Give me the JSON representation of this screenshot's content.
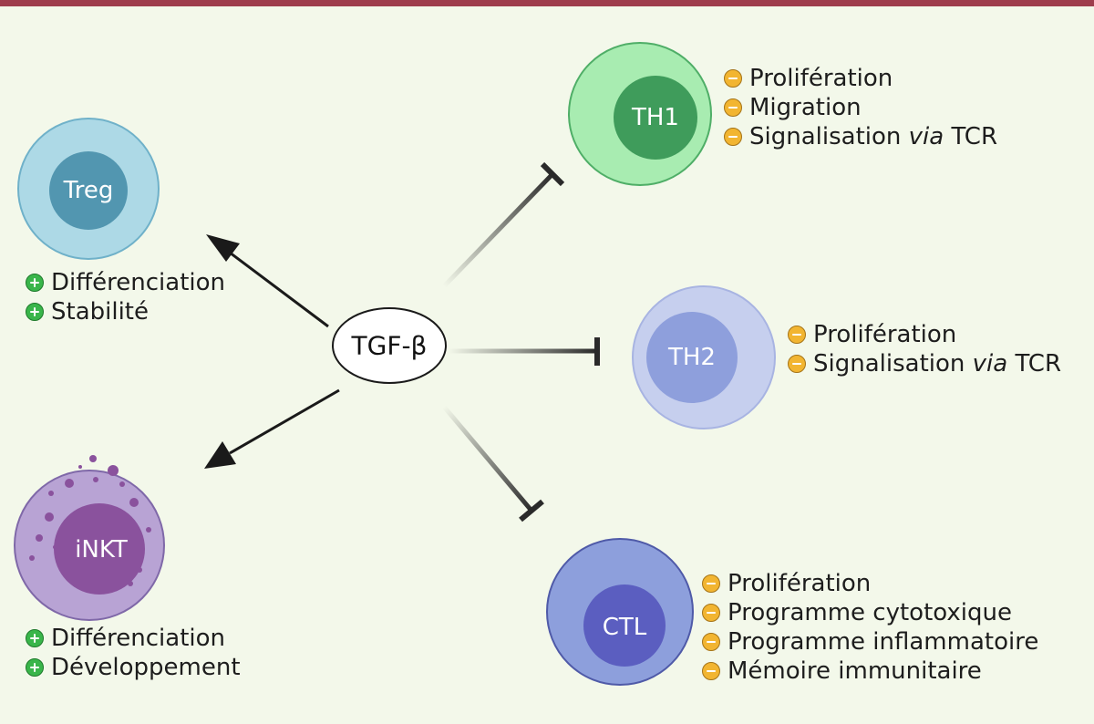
{
  "colors": {
    "background": "#f3f8ea",
    "top_bar": "#9e3d4c",
    "positive_badge": "#39b54a",
    "negative_badge": "#f2b531"
  },
  "center": {
    "label": "TGF-β"
  },
  "cells": {
    "treg": {
      "label": "Treg",
      "relation": "promotes",
      "membrane_color": "#add9e6",
      "nucleus_color": "#5296b0",
      "effects": [
        {
          "sign": "+",
          "text": "Différenciation"
        },
        {
          "sign": "+",
          "text": "Stabilité"
        }
      ]
    },
    "inkt": {
      "label": "iNKT",
      "relation": "promotes",
      "membrane_color": "#b8a3d4",
      "nucleus_color": "#8a529d",
      "effects": [
        {
          "sign": "+",
          "text": "Différenciation"
        },
        {
          "sign": "+",
          "text": "Développement"
        }
      ]
    },
    "th1": {
      "label": "TH1",
      "relation": "inhibits",
      "membrane_color": "#a8ecb1",
      "nucleus_color": "#3f9c5b",
      "effects": [
        {
          "sign": "-",
          "text": "Prolifération"
        },
        {
          "sign": "-",
          "text": "Migration"
        },
        {
          "sign": "-",
          "text": "Signalisation",
          "emph": "via",
          "suffix": "TCR"
        }
      ]
    },
    "th2": {
      "label": "TH2",
      "relation": "inhibits",
      "membrane_color": "#c6cfee",
      "nucleus_color": "#8e9fdc",
      "effects": [
        {
          "sign": "-",
          "text": "Prolifération"
        },
        {
          "sign": "-",
          "text": "Signalisation",
          "emph": "via",
          "suffix": "TCR"
        }
      ]
    },
    "ctl": {
      "label": "CTL",
      "relation": "inhibits",
      "membrane_color": "#8d9fdc",
      "nucleus_color": "#5b5ec0",
      "effects": [
        {
          "sign": "-",
          "text": "Prolifération"
        },
        {
          "sign": "-",
          "text": "Programme cytotoxique"
        },
        {
          "sign": "-",
          "text": "Programme inflammatoire"
        },
        {
          "sign": "-",
          "text": "Mémoire immunitaire"
        }
      ]
    }
  }
}
